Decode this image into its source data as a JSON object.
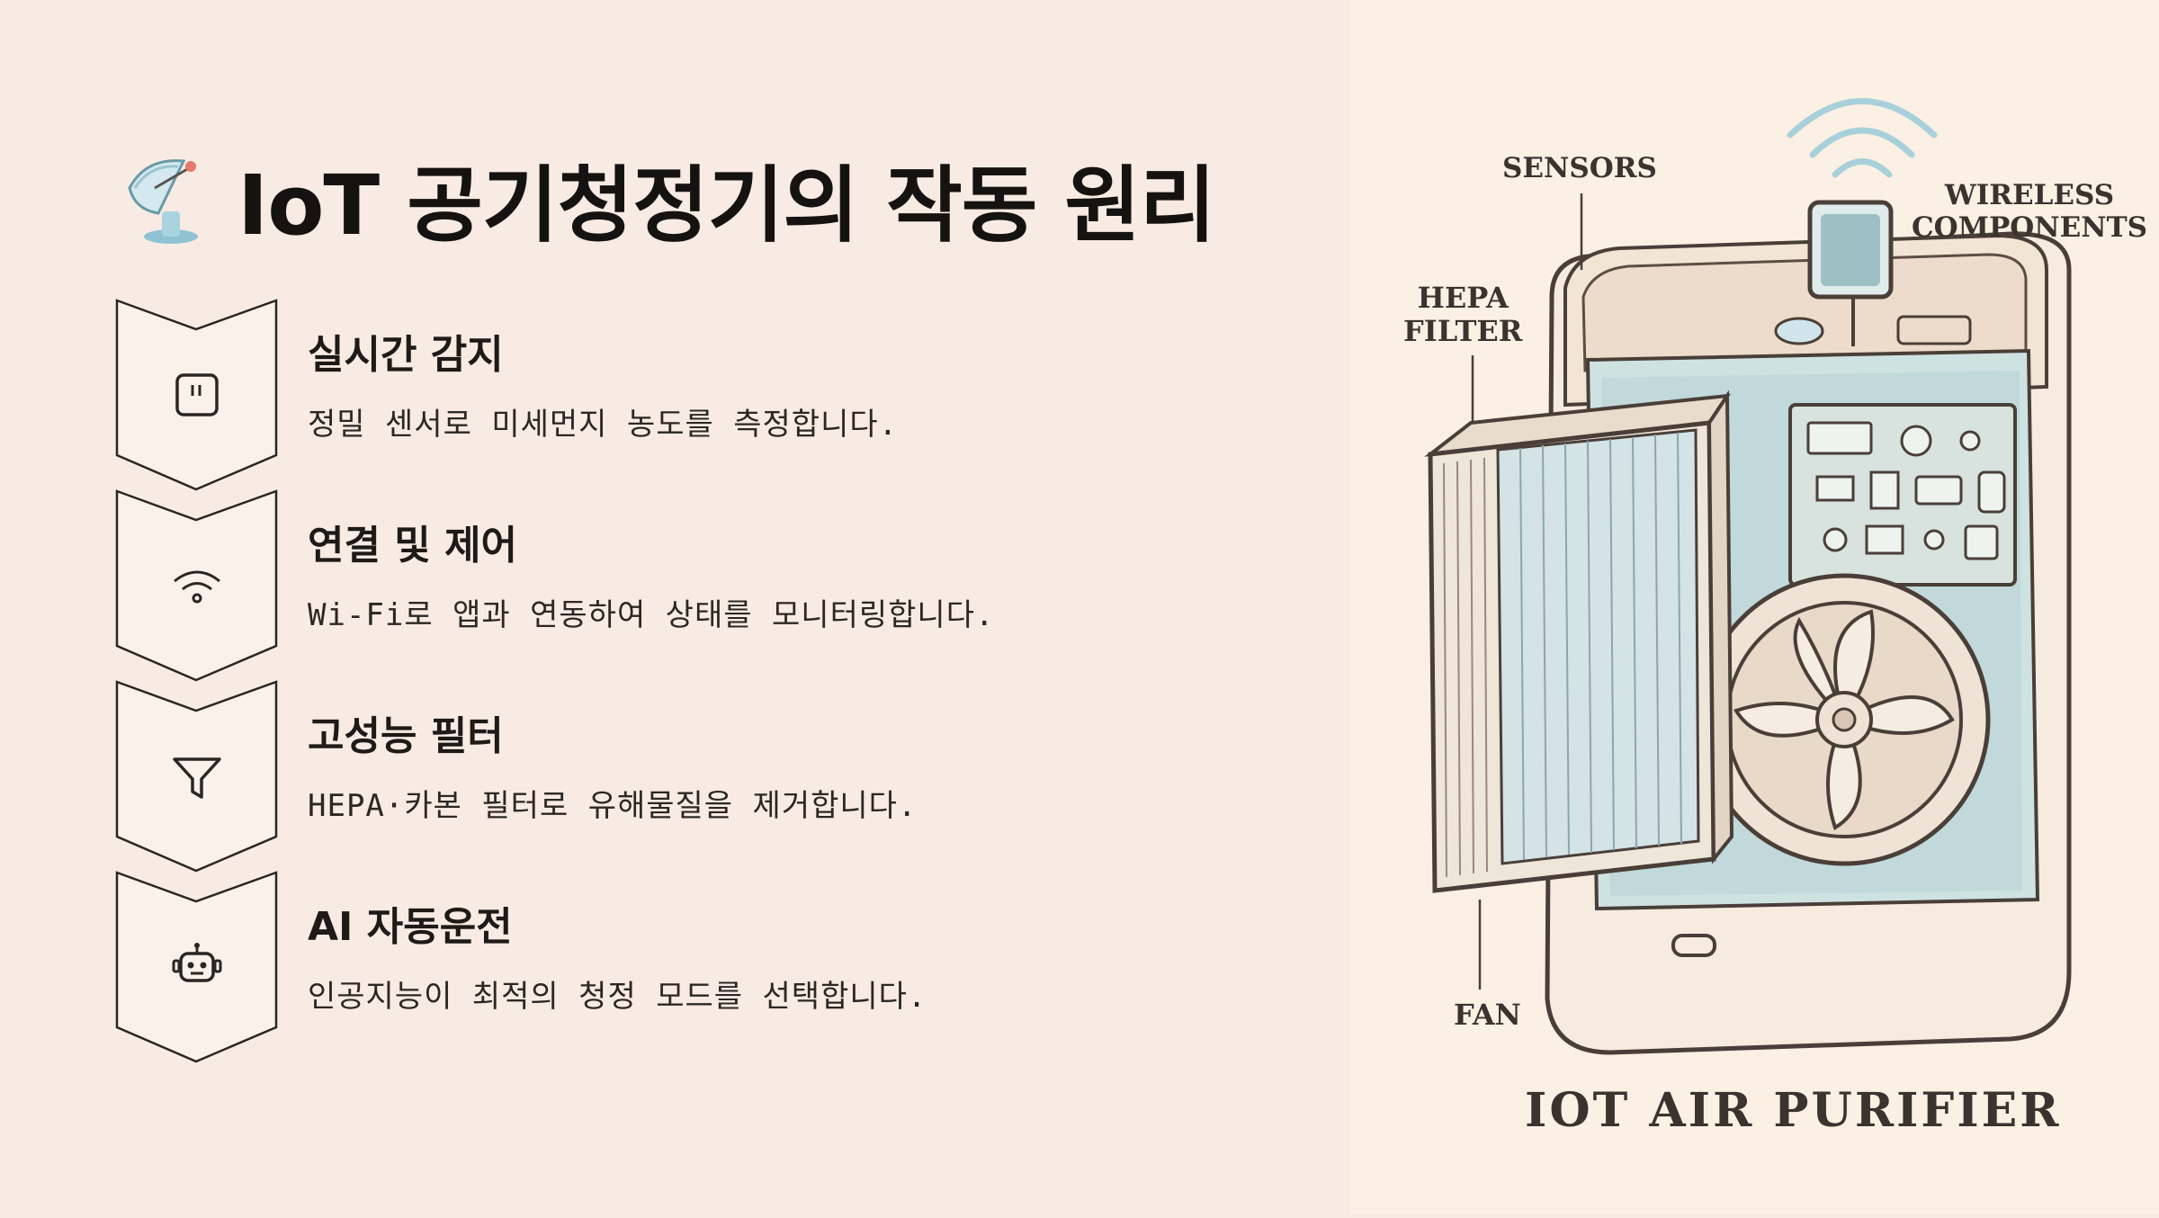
{
  "header": {
    "title": "IoT 공기청정기의 작동 원리",
    "title_icon": "satellite-dish-icon"
  },
  "steps": [
    {
      "icon": "sensor-chip-icon",
      "title": "실시간 감지",
      "desc": "정밀 센서로 미세먼지 농도를 측정합니다."
    },
    {
      "icon": "wifi-icon",
      "title": "연결 및 제어",
      "desc": "Wi-Fi로 앱과 연동하여 상태를 모니터링합니다."
    },
    {
      "icon": "filter-funnel-icon",
      "title": "고성능 필터",
      "desc": "HEPA·카본 필터로 유해물질을 제거합니다."
    },
    {
      "icon": "robot-icon",
      "title": "AI 자동운전",
      "desc": "인공지능이 최적의 청정 모드를 선택합니다."
    }
  ],
  "illustration": {
    "labels": {
      "sensors": "SENSORS",
      "wireless": "WIRELESS\nCOMPONENTS",
      "hepa": "HEPA\nFILTER",
      "fan": "FAN"
    },
    "caption": "IOT AIR PURIFIER"
  },
  "colors": {
    "left_bg": "#f8ebe3",
    "right_bg": "#fbf0e4",
    "text": "#1e1b19",
    "accent_blue": "#7fb6c8"
  }
}
